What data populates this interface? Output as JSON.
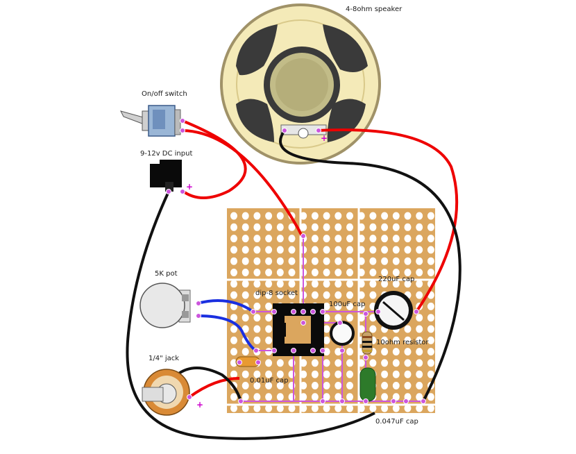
{
  "labels": {
    "speaker": "4-8ohm speaker",
    "switch": "On/off switch",
    "dc_input": "9-12v DC input",
    "pot": "5K pot",
    "jack": "1/4\" jack",
    "socket": "dip-8 socket",
    "cap_100uf": "100uF cap",
    "cap_220uf": "220uF cap",
    "resistor": "10ohm resistor",
    "cap_001uf": "0.01uF cap",
    "cap_0047uf": "0.047uF cap",
    "plus_sign": "+"
  },
  "colors": {
    "board": "#dba65e",
    "wire_red": "#ee0000",
    "wire_black": "#111111",
    "wire_blue": "#1a2fe0",
    "pad": "#cc55dd",
    "trace": "#cc55dd",
    "speaker_cone": "#f4eab8",
    "speaker_dark": "#3a3a3a",
    "cap_green": "#2d7a2a",
    "cap_orange": "#e89a32"
  },
  "icons": [
    "speaker-icon",
    "toggle-switch-icon",
    "dc-jack-icon",
    "potentiometer-icon",
    "audio-jack-icon",
    "dip-socket-icon",
    "capacitor-icon",
    "resistor-icon"
  ]
}
